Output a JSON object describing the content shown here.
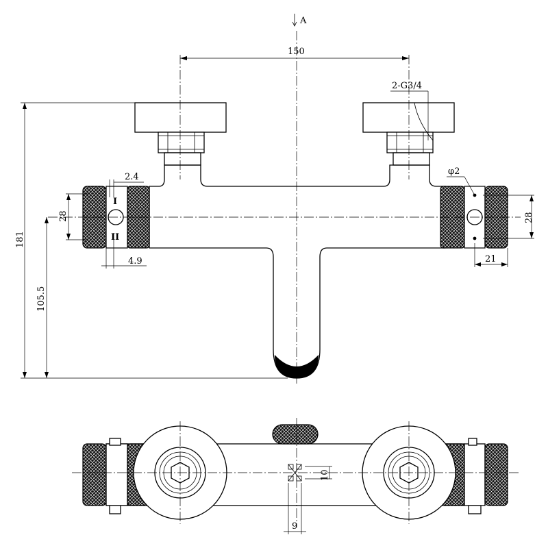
{
  "view_label": "A",
  "dimensions": {
    "spacing": "150",
    "thread": "2-G3/4",
    "pin_offset": "2.4",
    "pin_dia": "φ2",
    "body_height_left": "28",
    "body_height_right": "28",
    "total_height": "181",
    "center_height": "105.5",
    "ring_width": "4.9",
    "knob_width": "21",
    "bottom_dim_10": "10",
    "bottom_dim_9": "9"
  },
  "marks": {
    "mark_1": "I",
    "mark_2": "II"
  },
  "colors": {
    "line": "#000000",
    "background": "#ffffff",
    "knurl": "#111111"
  }
}
